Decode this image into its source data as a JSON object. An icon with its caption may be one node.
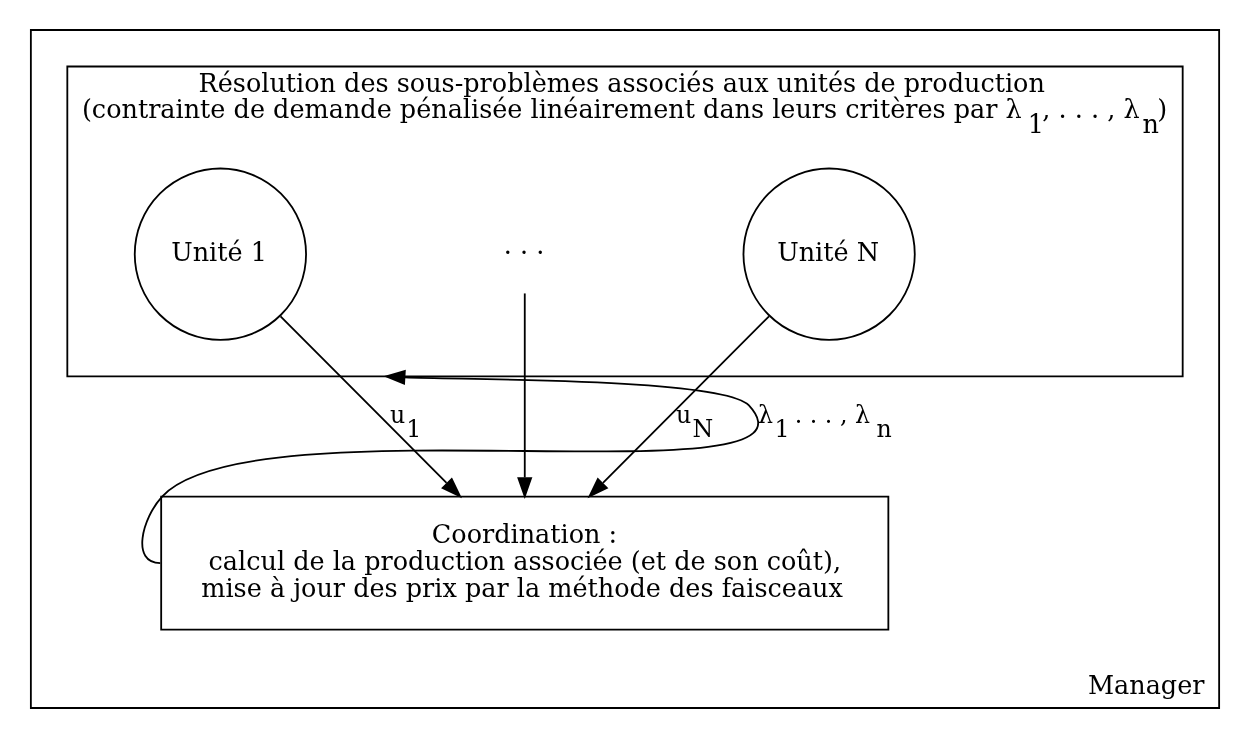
{
  "diagram": {
    "nodes": [
      {
        "text": [
          "Manager"
        ]
      },
      {
        "text": [
          "Résolution des sous-problèmes associés aux unités de production",
          "(contrainte de demande pénalisée linéairement dans leurs critères par λ$_{1}$, . . . , λ$_{n}$)"
        ],
        "in": 0
      },
      {
        "text": [
          "Unité 1"
        ],
        "in": 1
      },
      {
        "text": [
          "· · ·"
        ],
        "in": 1
      },
      {
        "text": [
          "Unité N"
        ],
        "in": 1
      },
      {
        "text": [
          "Coordination :",
          "calcul de la production associée (et de son coût), mise à jour des prix par la méthode des faisceaux"
        ],
        "in": 0
      }
    ],
    "edges": [
      {
        "from": 2,
        "to": 5,
        "arrow": "to",
        "label": "u$_{1}$"
      },
      {
        "from": 3,
        "to": 5,
        "arrow": "to"
      },
      {
        "from": 4,
        "to": 5,
        "arrow": "to",
        "label": "u$_{N}$"
      },
      {
        "from": 5,
        "to": 1,
        "arrow": "to",
        "label": "λ$_{1}$ . . . , λ$_{n}$"
      }
    ]
  }
}
